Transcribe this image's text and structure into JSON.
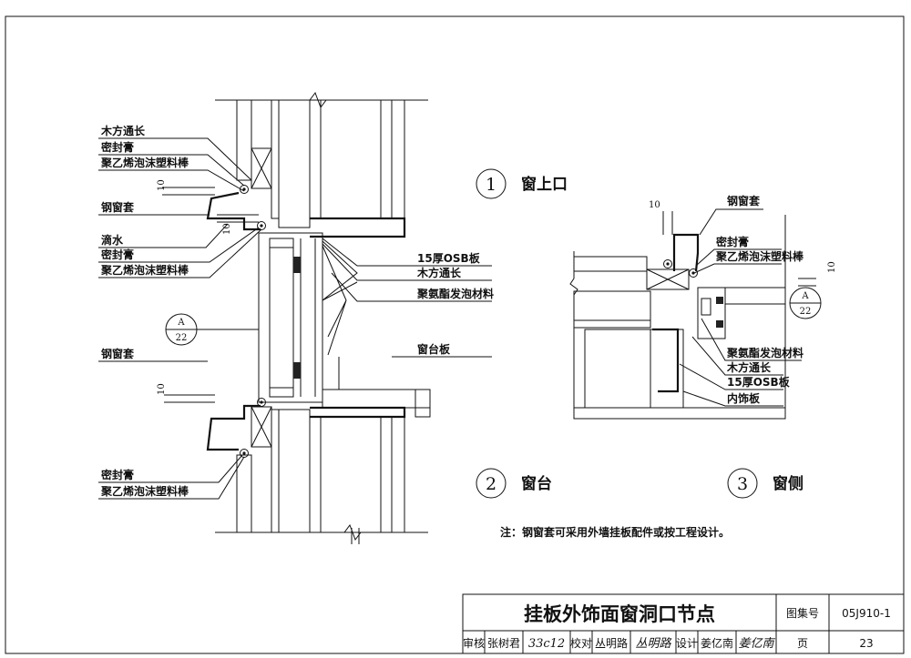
{
  "title": "挂板外饰面窗洞口节点",
  "detail_1": {
    "number": "1",
    "title": "窗上口"
  },
  "detail_2": {
    "number": "2",
    "title": "窗台"
  },
  "detail_3": {
    "number": "3",
    "title": "窗侧"
  },
  "left_labels": {
    "l1": "木方通长",
    "l2": "密封膏",
    "l3": "聚乙烯泡沫塑料棒",
    "l4": "钢窗套",
    "l5": "滴水",
    "l6": "密封膏",
    "l7": "聚乙烯泡沫塑料棒",
    "l8": "钢窗套",
    "l9": "密封膏",
    "l10": "聚乙烯泡沫塑料棒"
  },
  "middle_labels": {
    "m1": "15厚OSB板",
    "m2": "木方通长",
    "m3": "聚氨酯发泡材料",
    "m4": "窗台板"
  },
  "right_labels": {
    "r1": "钢窗套",
    "r2": "密封膏",
    "r3": "聚乙烯泡沫塑料棒",
    "r4": "聚氨酯发泡材料",
    "r5": "木方通长",
    "r6": "15厚OSB板",
    "r7": "内饰板"
  },
  "dimensions": {
    "d1": "10",
    "d2": "10",
    "d3": "10",
    "d4": "10",
    "d5": "10"
  },
  "ref_bubble": {
    "top": "A",
    "bottom": "22"
  },
  "note": "注：钢窗套可采用外墙挂板配件或按工程设计。",
  "title_block": {
    "atlas_label": "图集号",
    "atlas_no": "05J910-1",
    "review_label": "审核",
    "review_name": "张树君",
    "review_sig": "33c12",
    "check_label": "校对",
    "check_name": "丛明路",
    "check_sig": "丛明路",
    "design_label": "设计",
    "design_name": "姜亿南",
    "design_sig": "姜亿南",
    "page_label": "页",
    "page_no": "23"
  }
}
